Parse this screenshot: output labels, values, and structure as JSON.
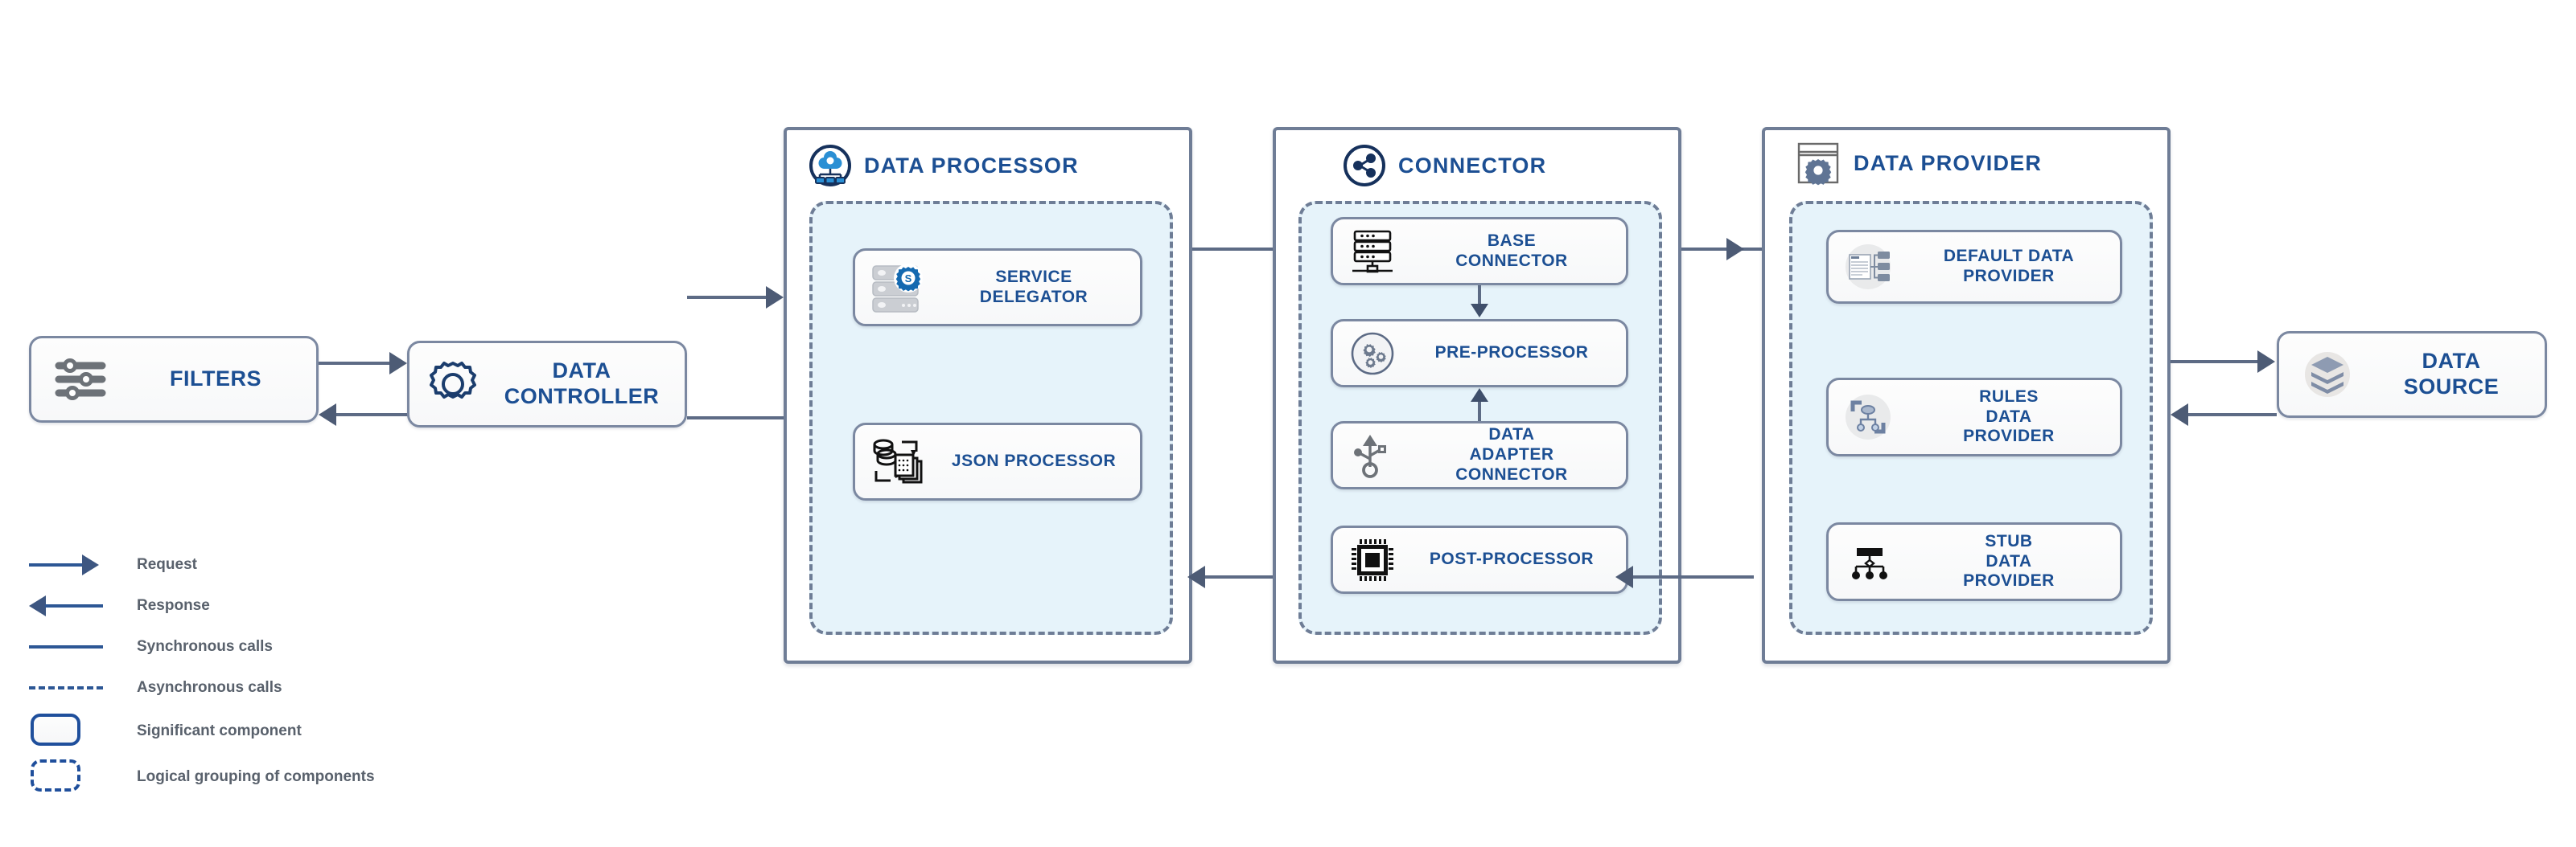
{
  "diagram": {
    "filters": {
      "label": "FILTERS",
      "icon": "sliders-icon"
    },
    "data_controller": {
      "label": "DATA\nCONTROLLER",
      "icon": "gear-icon"
    },
    "data_source": {
      "label": "DATA\nSOURCE",
      "icon": "layers-icon"
    },
    "panels": [
      {
        "title": "DATA PROCESSOR",
        "icon": "processor-network-icon",
        "components": [
          {
            "label": "SERVICE\nDELEGATOR",
            "icon": "server-gear-icon"
          },
          {
            "label": "JSON PROCESSOR",
            "icon": "data-transform-icon"
          }
        ]
      },
      {
        "title": "CONNECTOR",
        "icon": "share-nodes-icon",
        "components": [
          {
            "label": "BASE\nCONNECTOR",
            "icon": "server-rack-icon"
          },
          {
            "label": "PRE-PROCESSOR",
            "icon": "gears-circle-icon"
          },
          {
            "label": "DATA\nADAPTER\nCONNECTOR",
            "icon": "usb-icon"
          },
          {
            "label": "POST-PROCESSOR",
            "icon": "cpu-chip-icon"
          }
        ]
      },
      {
        "title": "DATA PROVIDER",
        "icon": "window-gear-icon",
        "components": [
          {
            "label": "DEFAULT DATA\nPROVIDER",
            "icon": "document-tree-icon"
          },
          {
            "label": "RULES\nDATA\nPROVIDER",
            "icon": "rules-node-icon"
          },
          {
            "label": "STUB\nDATA\nPROVIDER",
            "icon": "hierarchy-icon"
          }
        ]
      }
    ],
    "legend": [
      {
        "label": "Request",
        "style": "arrow-right"
      },
      {
        "label": "Response",
        "style": "arrow-left"
      },
      {
        "label": "Synchronous calls",
        "style": "solid-line"
      },
      {
        "label": "Asynchronous calls",
        "style": "dashed-line"
      },
      {
        "label": "Significant component",
        "style": "solid-box"
      },
      {
        "label": "Logical grouping of components",
        "style": "dashed-box"
      }
    ]
  },
  "colors": {
    "accent_blue": "#1c4f93",
    "border_slate": "#6f7d96",
    "group_fill": "#e6f3fa",
    "arrow_slate": "#4d5b75",
    "legend_text": "#59616c"
  }
}
